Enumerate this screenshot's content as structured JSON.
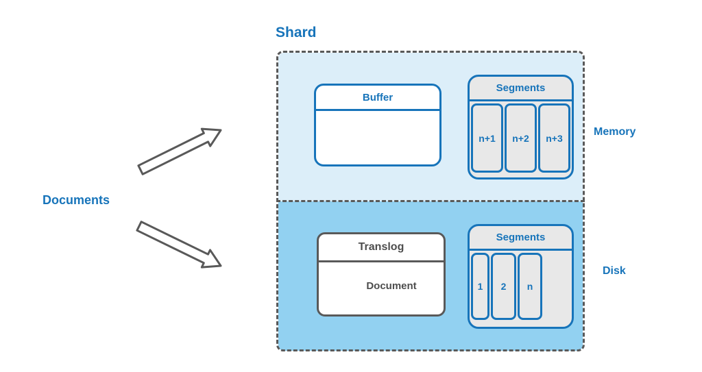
{
  "diagram": {
    "title": "Shard",
    "input_label": "Documents",
    "memory": {
      "region_label": "Memory",
      "buffer_title": "Buffer",
      "segments_title": "Segments",
      "segments": [
        "n+1",
        "n+2",
        "n+3"
      ]
    },
    "disk": {
      "region_label": "Disk",
      "translog_title": "Translog",
      "document_label": "Document",
      "segments_title": "Segments",
      "segments": [
        "1",
        "2",
        "n"
      ]
    }
  },
  "colors": {
    "accent_blue": "#1774ba",
    "memory_background": "#dceef9",
    "disk_background": "#92d1f1",
    "segment_fill": "#e8e8e8",
    "outline_gray": "#595959",
    "translog_text": "#4d4d4d"
  }
}
